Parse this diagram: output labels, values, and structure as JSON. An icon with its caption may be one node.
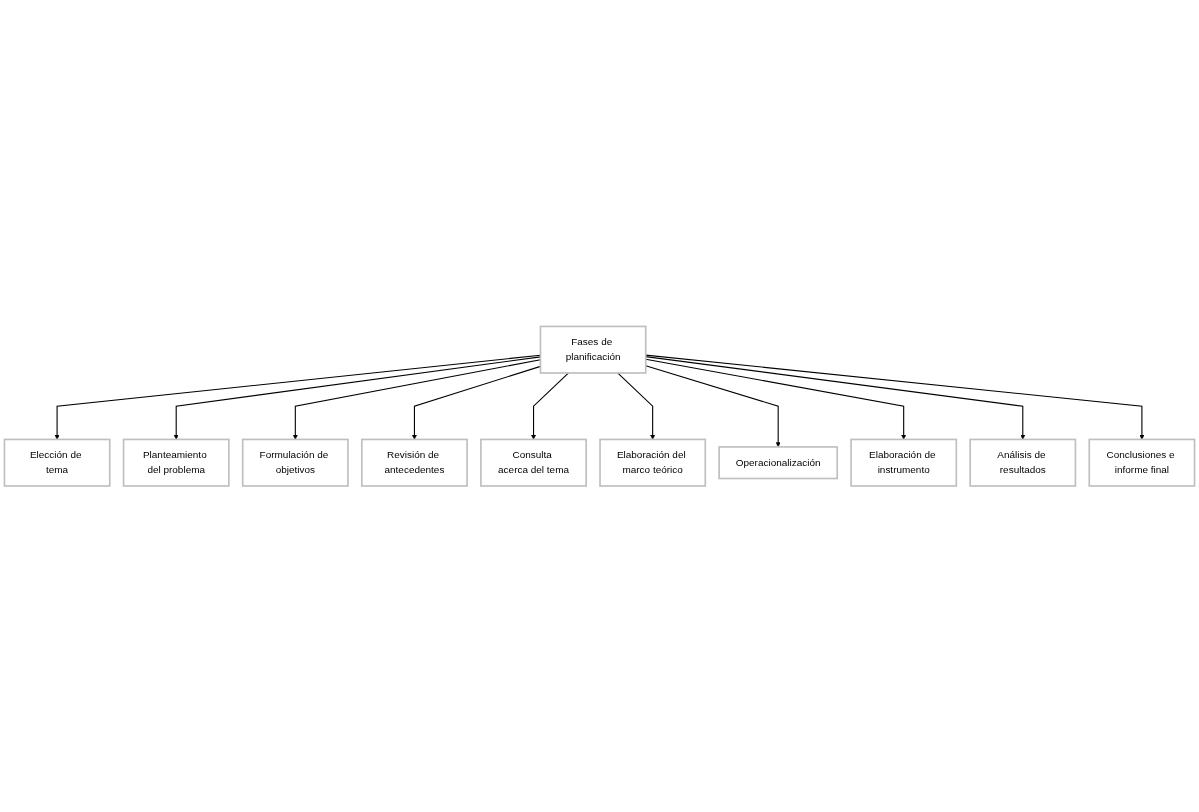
{
  "diagram": {
    "nodes": [
      {
        "text": [
          "Elección de tema"
        ]
      },
      {
        "text": [
          "Planteamiento del problema"
        ]
      },
      {
        "text": [
          "Formulación de objetivos"
        ]
      },
      {
        "text": [
          "Revisión de antecedentes"
        ]
      },
      {
        "text": [
          "Consulta acerca del tema"
        ]
      },
      {
        "text": [
          "Fases de planificación"
        ]
      },
      {
        "text": [
          "Elaboración del marco teórico"
        ]
      },
      {
        "text": [
          "Operacionalización"
        ]
      },
      {
        "text": [
          "Elaboración de instrumento"
        ]
      },
      {
        "text": [
          "Análisis de resultados"
        ]
      },
      {
        "text": [
          "Conclusiones e informe final"
        ]
      }
    ],
    "edges": [
      {
        "from": 5,
        "to": 0,
        "arrow": "to"
      },
      {
        "from": 5,
        "to": 1,
        "arrow": "to"
      },
      {
        "from": 5,
        "to": 2,
        "arrow": "to"
      },
      {
        "from": 5,
        "to": 3,
        "arrow": "to"
      },
      {
        "from": 5,
        "to": 4,
        "arrow": "to"
      },
      {
        "from": 5,
        "to": 6,
        "arrow": "to"
      },
      {
        "from": 5,
        "to": 7,
        "arrow": "to"
      },
      {
        "from": 5,
        "to": 8,
        "arrow": "to"
      },
      {
        "from": 5,
        "to": 9,
        "arrow": "to"
      },
      {
        "from": 5,
        "to": 10,
        "arrow": "to"
      }
    ]
  }
}
